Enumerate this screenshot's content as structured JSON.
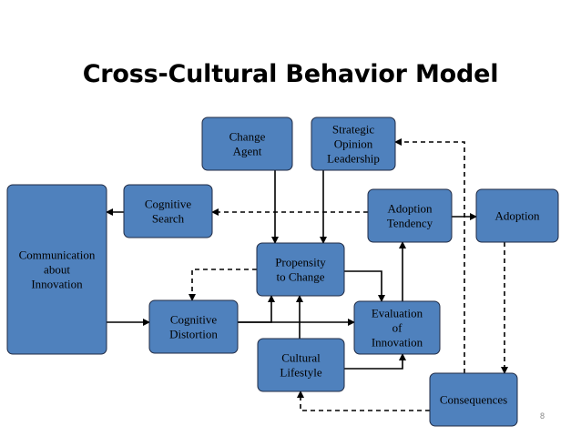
{
  "title": "Cross-Cultural Behavior Model",
  "page_number": "8",
  "colors": {
    "node_fill": "#4f81bd",
    "node_stroke": "#1f2a44",
    "edge": "#000000"
  },
  "nodes": {
    "change_agent": [
      "Change",
      "Agent"
    ],
    "strategic_opinion_leadership": [
      "Strategic",
      "Opinion",
      "Leadership"
    ],
    "cognitive_search": [
      "Cognitive",
      "Search"
    ],
    "adoption_tendency": [
      "Adoption",
      "Tendency"
    ],
    "adoption": [
      "Adoption"
    ],
    "communication_about_innovation": [
      "Communication",
      "about",
      "Innovation"
    ],
    "propensity_to_change": [
      "Propensity",
      "to Change"
    ],
    "cognitive_distortion": [
      "Cognitive",
      "Distortion"
    ],
    "evaluation_of_innovation": [
      "Evaluation",
      "of",
      "Innovation"
    ],
    "cultural_lifestyle": [
      "Cultural",
      "Lifestyle"
    ],
    "consequences": [
      "Consequences"
    ]
  },
  "edges": [
    {
      "from": "change_agent",
      "to": "propensity_to_change",
      "style": "solid"
    },
    {
      "from": "strategic_opinion_leadership",
      "to": "propensity_to_change",
      "style": "solid"
    },
    {
      "from": "communication_about_innovation",
      "to": "cognitive_distortion",
      "style": "solid"
    },
    {
      "from": "cognitive_search",
      "to": "communication_about_innovation",
      "style": "solid"
    },
    {
      "from": "cognitive_distortion",
      "to": "propensity_to_change",
      "style": "solid"
    },
    {
      "from": "cultural_lifestyle",
      "to": "propensity_to_change",
      "style": "solid"
    },
    {
      "from": "propensity_to_change",
      "to": "evaluation_of_innovation",
      "style": "solid"
    },
    {
      "from": "cognitive_distortion",
      "to": "evaluation_of_innovation",
      "style": "solid"
    },
    {
      "from": "cultural_lifestyle",
      "to": "evaluation_of_innovation",
      "style": "solid"
    },
    {
      "from": "evaluation_of_innovation",
      "to": "adoption_tendency",
      "style": "solid"
    },
    {
      "from": "adoption_tendency",
      "to": "adoption",
      "style": "solid"
    },
    {
      "from": "adoption",
      "to": "consequences",
      "style": "dashed"
    },
    {
      "from": "consequences",
      "to": "strategic_opinion_leadership",
      "style": "dashed"
    },
    {
      "from": "consequences",
      "to": "cultural_lifestyle",
      "style": "dashed"
    },
    {
      "from": "adoption_tendency",
      "to": "cognitive_search",
      "style": "dashed"
    },
    {
      "from": "propensity_to_change",
      "to": "cognitive_distortion",
      "style": "dashed"
    }
  ]
}
